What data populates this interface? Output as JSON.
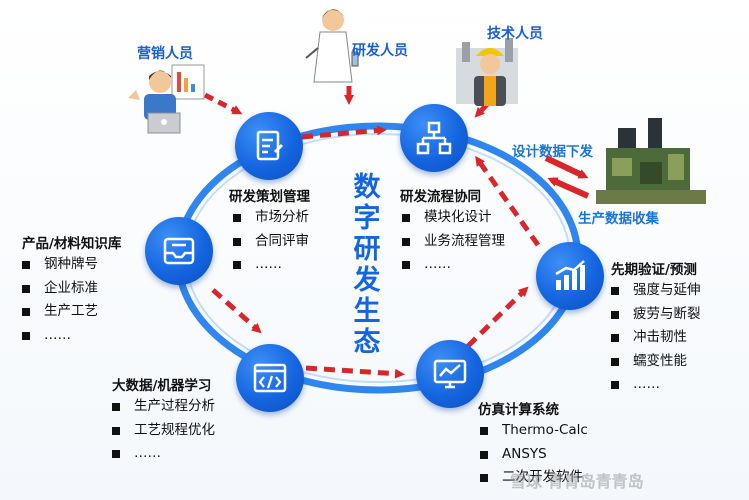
{
  "center_title": "数字研发生态",
  "roles": {
    "marketing": "营销人员",
    "rd": "研发人员",
    "tech": "技术人员"
  },
  "side_labels": {
    "design_down": "设计数据下发",
    "production_collect": "生产数据收集"
  },
  "nodes": {
    "planning": {
      "title": "研发策划管理",
      "items": [
        "市场分析",
        "合同评审",
        "……"
      ]
    },
    "collab": {
      "title": "研发流程协同",
      "items": [
        "模块化设计",
        "业务流程管理",
        "……"
      ]
    },
    "knowledge": {
      "title": "产品/材料知识库",
      "items": [
        "钢种牌号",
        "企业标准",
        "生产工艺",
        "……"
      ]
    },
    "prediction": {
      "title": "先期验证/预测",
      "items": [
        "强度与延伸",
        "疲劳与断裂",
        "冲击韧性",
        "蠕变性能",
        "……"
      ]
    },
    "bigdata": {
      "title": "大数据/机器学习",
      "items": [
        "生产过程分析",
        "工艺规程优化",
        "……"
      ]
    },
    "simulation": {
      "title": "仿真计算系统",
      "items": [
        "Thermo-Calc",
        "ANSYS",
        "二次开发软件"
      ]
    }
  },
  "watermark": "雪球 青青岛青青岛",
  "colors": {
    "accent": "#1466e0",
    "ring": "#2f86ee",
    "arrow": "#d8262b"
  }
}
